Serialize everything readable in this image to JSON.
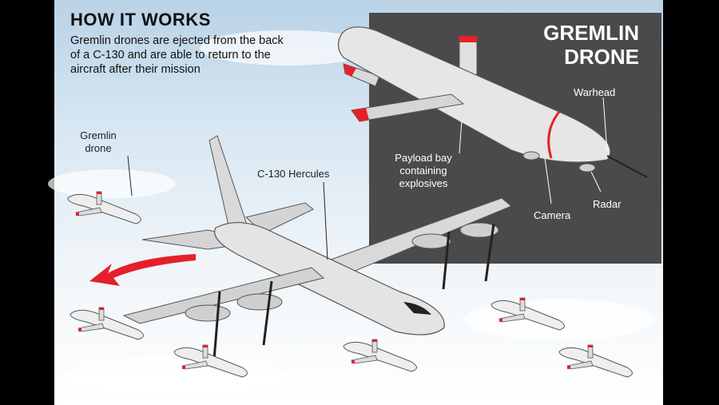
{
  "header": {
    "title": "HOW IT WORKS",
    "description": "Gremlin drones are ejected from the back of a C-130 and are able to return to the aircraft after their mission"
  },
  "inset": {
    "title_line1": "GREMLIN",
    "title_line2": "DRONE",
    "labels": {
      "warhead": "Warhead",
      "payload": "Payload bay containing explosives",
      "camera": "Camera",
      "radar": "Radar"
    }
  },
  "main": {
    "gremlin_label": "Gremlin drone",
    "aircraft_label": "C-130 Hercules"
  },
  "colors": {
    "accent_red": "#e5202a",
    "panel_gray": "#4a4a4a",
    "body_gray": "#e2e2e2"
  }
}
